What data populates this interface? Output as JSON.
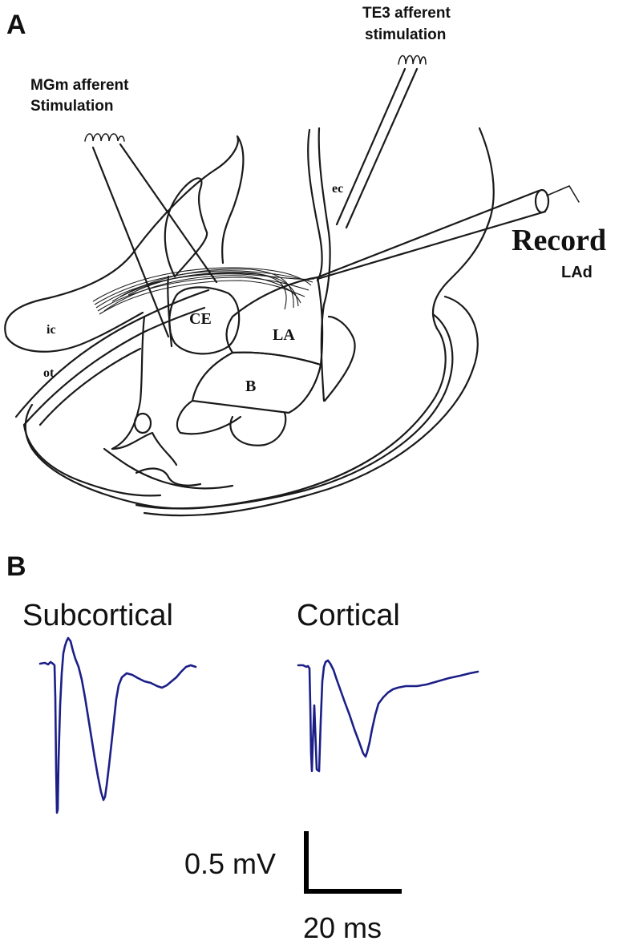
{
  "panel_a": {
    "letter": "A",
    "mgm_stim_line1": "MGm afferent",
    "mgm_stim_line2": "Stimulation",
    "te3_stim_line1": "TE3 afferent",
    "te3_stim_line2": "stimulation",
    "record_label": "Record",
    "record_sublabel": "LAd",
    "regions": {
      "ce": "CE",
      "la": "LA",
      "b": "B",
      "ic": "ic",
      "ot": "ot",
      "ec": "ec"
    }
  },
  "panel_b": {
    "letter": "B",
    "trace_left_title": "Subcortical",
    "trace_right_title": "Cortical",
    "trace_color": "#1c1f87",
    "scale_voltage": "0.5 mV",
    "scale_time": "20 ms"
  }
}
